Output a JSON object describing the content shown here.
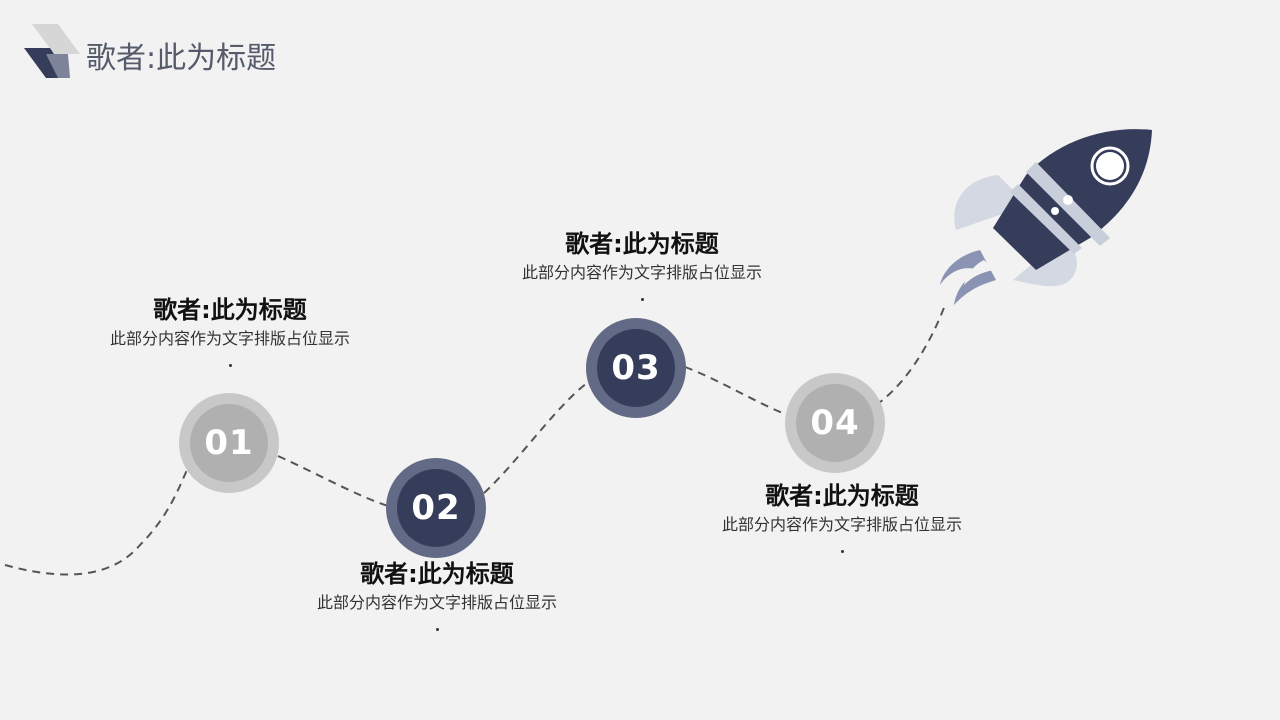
{
  "header": {
    "title": "歌者:此为标题"
  },
  "colors": {
    "background": "#f2f2f2",
    "navy": "#353d5a",
    "navy_ring": "#636a85",
    "gray": "#b0b0b0",
    "gray_ring": "#c8c8c8",
    "rocket_wing": "#d3d8e2",
    "rocket_flame": "#8a93b4"
  },
  "steps": [
    {
      "number": "01",
      "title": "歌者:此为标题",
      "description": "此部分内容作为文字排版占位显示",
      "dot": ".",
      "style": "gray"
    },
    {
      "number": "02",
      "title": "歌者:此为标题",
      "description": "此部分内容作为文字排版占位显示",
      "dot": ".",
      "style": "navy"
    },
    {
      "number": "03",
      "title": "歌者:此为标题",
      "description": "此部分内容作为文字排版占位显示",
      "dot": ".",
      "style": "navy"
    },
    {
      "number": "04",
      "title": "歌者:此为标题",
      "description": "此部分内容作为文字排版占位显示",
      "dot": ".",
      "style": "gray"
    }
  ],
  "icons": {
    "logo": "stacked-chevron-logo",
    "rocket": "rocket-icon"
  }
}
